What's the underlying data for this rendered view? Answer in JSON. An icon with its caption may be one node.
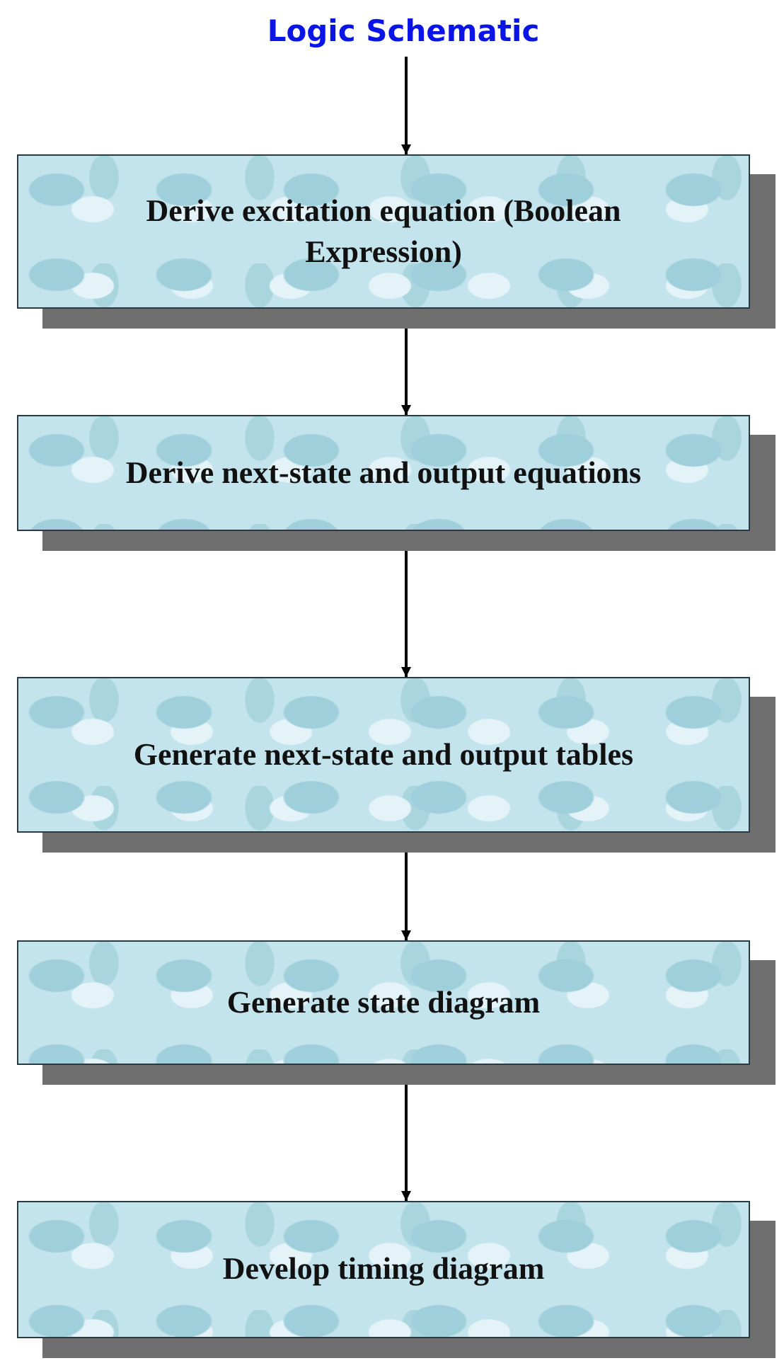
{
  "diagram": {
    "nodes": [
      {
        "text": [
          "Logic Schematic"
        ]
      },
      {
        "text": [
          "Derive excitation equation (Boolean Expression)"
        ]
      },
      {
        "text": [
          "Derive next-state and output equations"
        ]
      },
      {
        "text": [
          "Generate next-state and output tables"
        ]
      },
      {
        "text": [
          "Generate state diagram"
        ]
      },
      {
        "text": [
          "Develop timing diagram"
        ]
      }
    ],
    "edges": [
      {
        "from": 0,
        "to": 1,
        "arrow": "to"
      },
      {
        "from": 1,
        "to": 2,
        "arrow": "to"
      },
      {
        "from": 2,
        "to": 3,
        "arrow": "to"
      },
      {
        "from": 3,
        "to": 4,
        "arrow": "to"
      },
      {
        "from": 4,
        "to": 5,
        "arrow": "to"
      }
    ]
  }
}
